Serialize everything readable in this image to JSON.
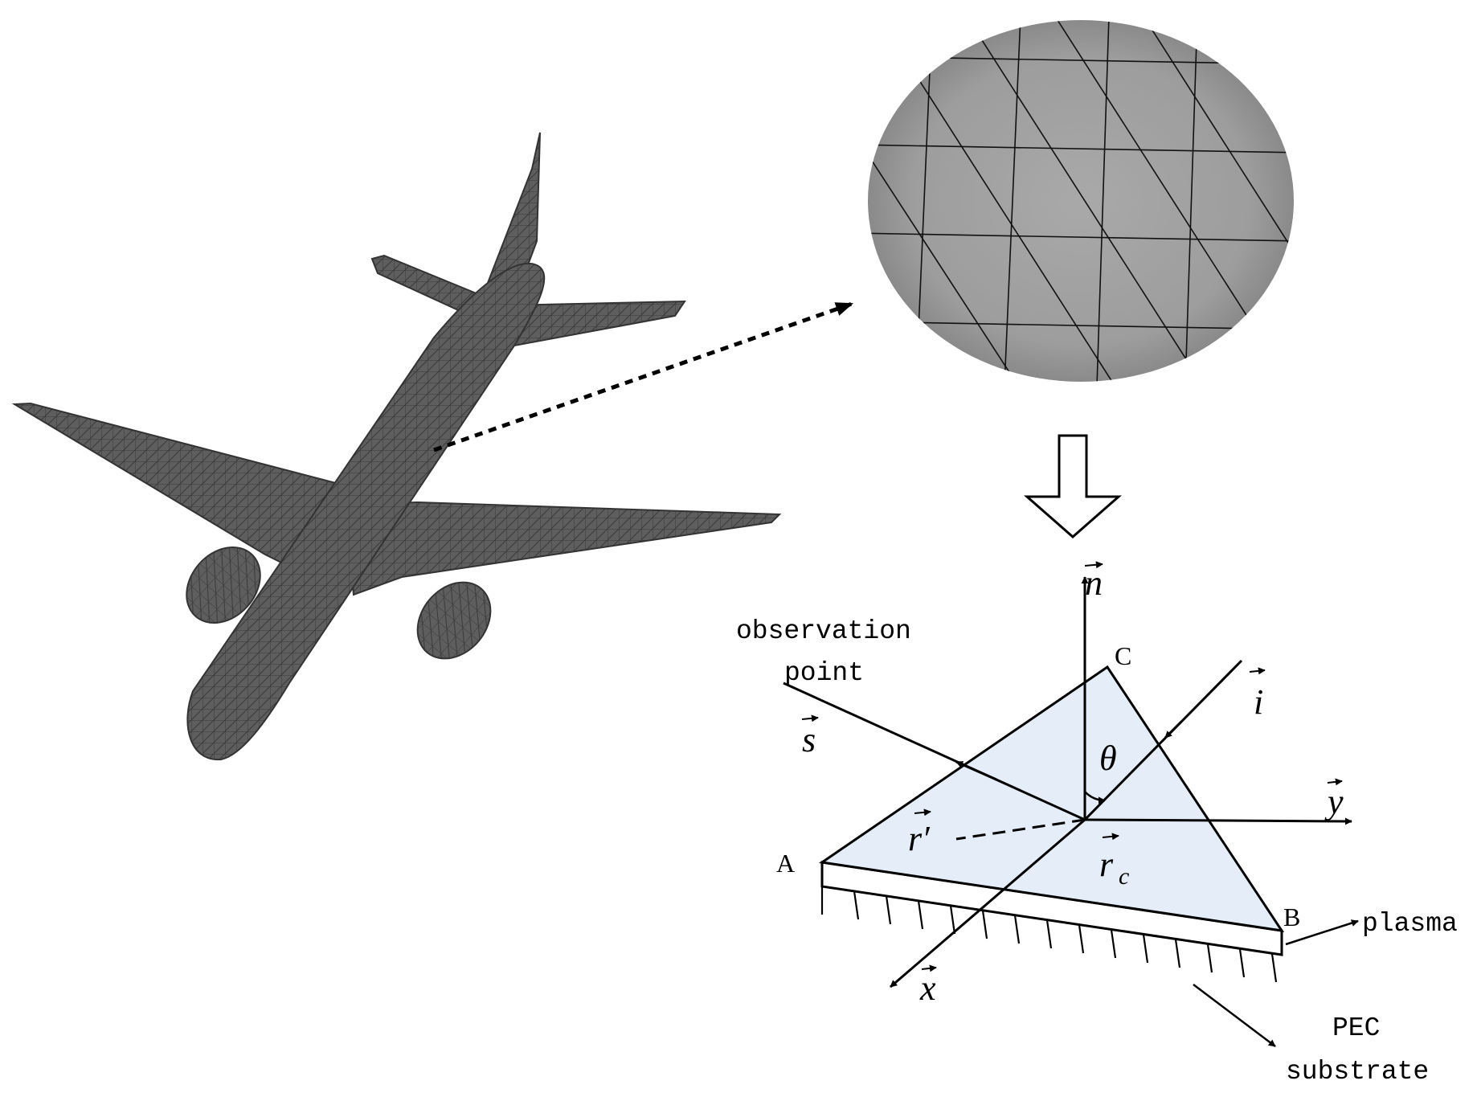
{
  "labels": {
    "observation_line1": "observation",
    "observation_line2": "point",
    "vec_n": "n",
    "vec_i": "i",
    "vec_s": "s",
    "vec_y": "y",
    "vec_x": "x",
    "vec_r_prime": "r′",
    "vec_rc": "r",
    "vec_rc_sub": "c",
    "theta": "θ",
    "vertex_a": "A",
    "vertex_b": "B",
    "vertex_c": "C",
    "plasma": "plasma",
    "pec_line1": "PEC",
    "pec_line2": "substrate"
  },
  "colors": {
    "facet_fill": "#e5edf8",
    "mesh_disc": "#a3a3a3",
    "aircraft": "#5a5a5a",
    "ink": "#000000"
  }
}
